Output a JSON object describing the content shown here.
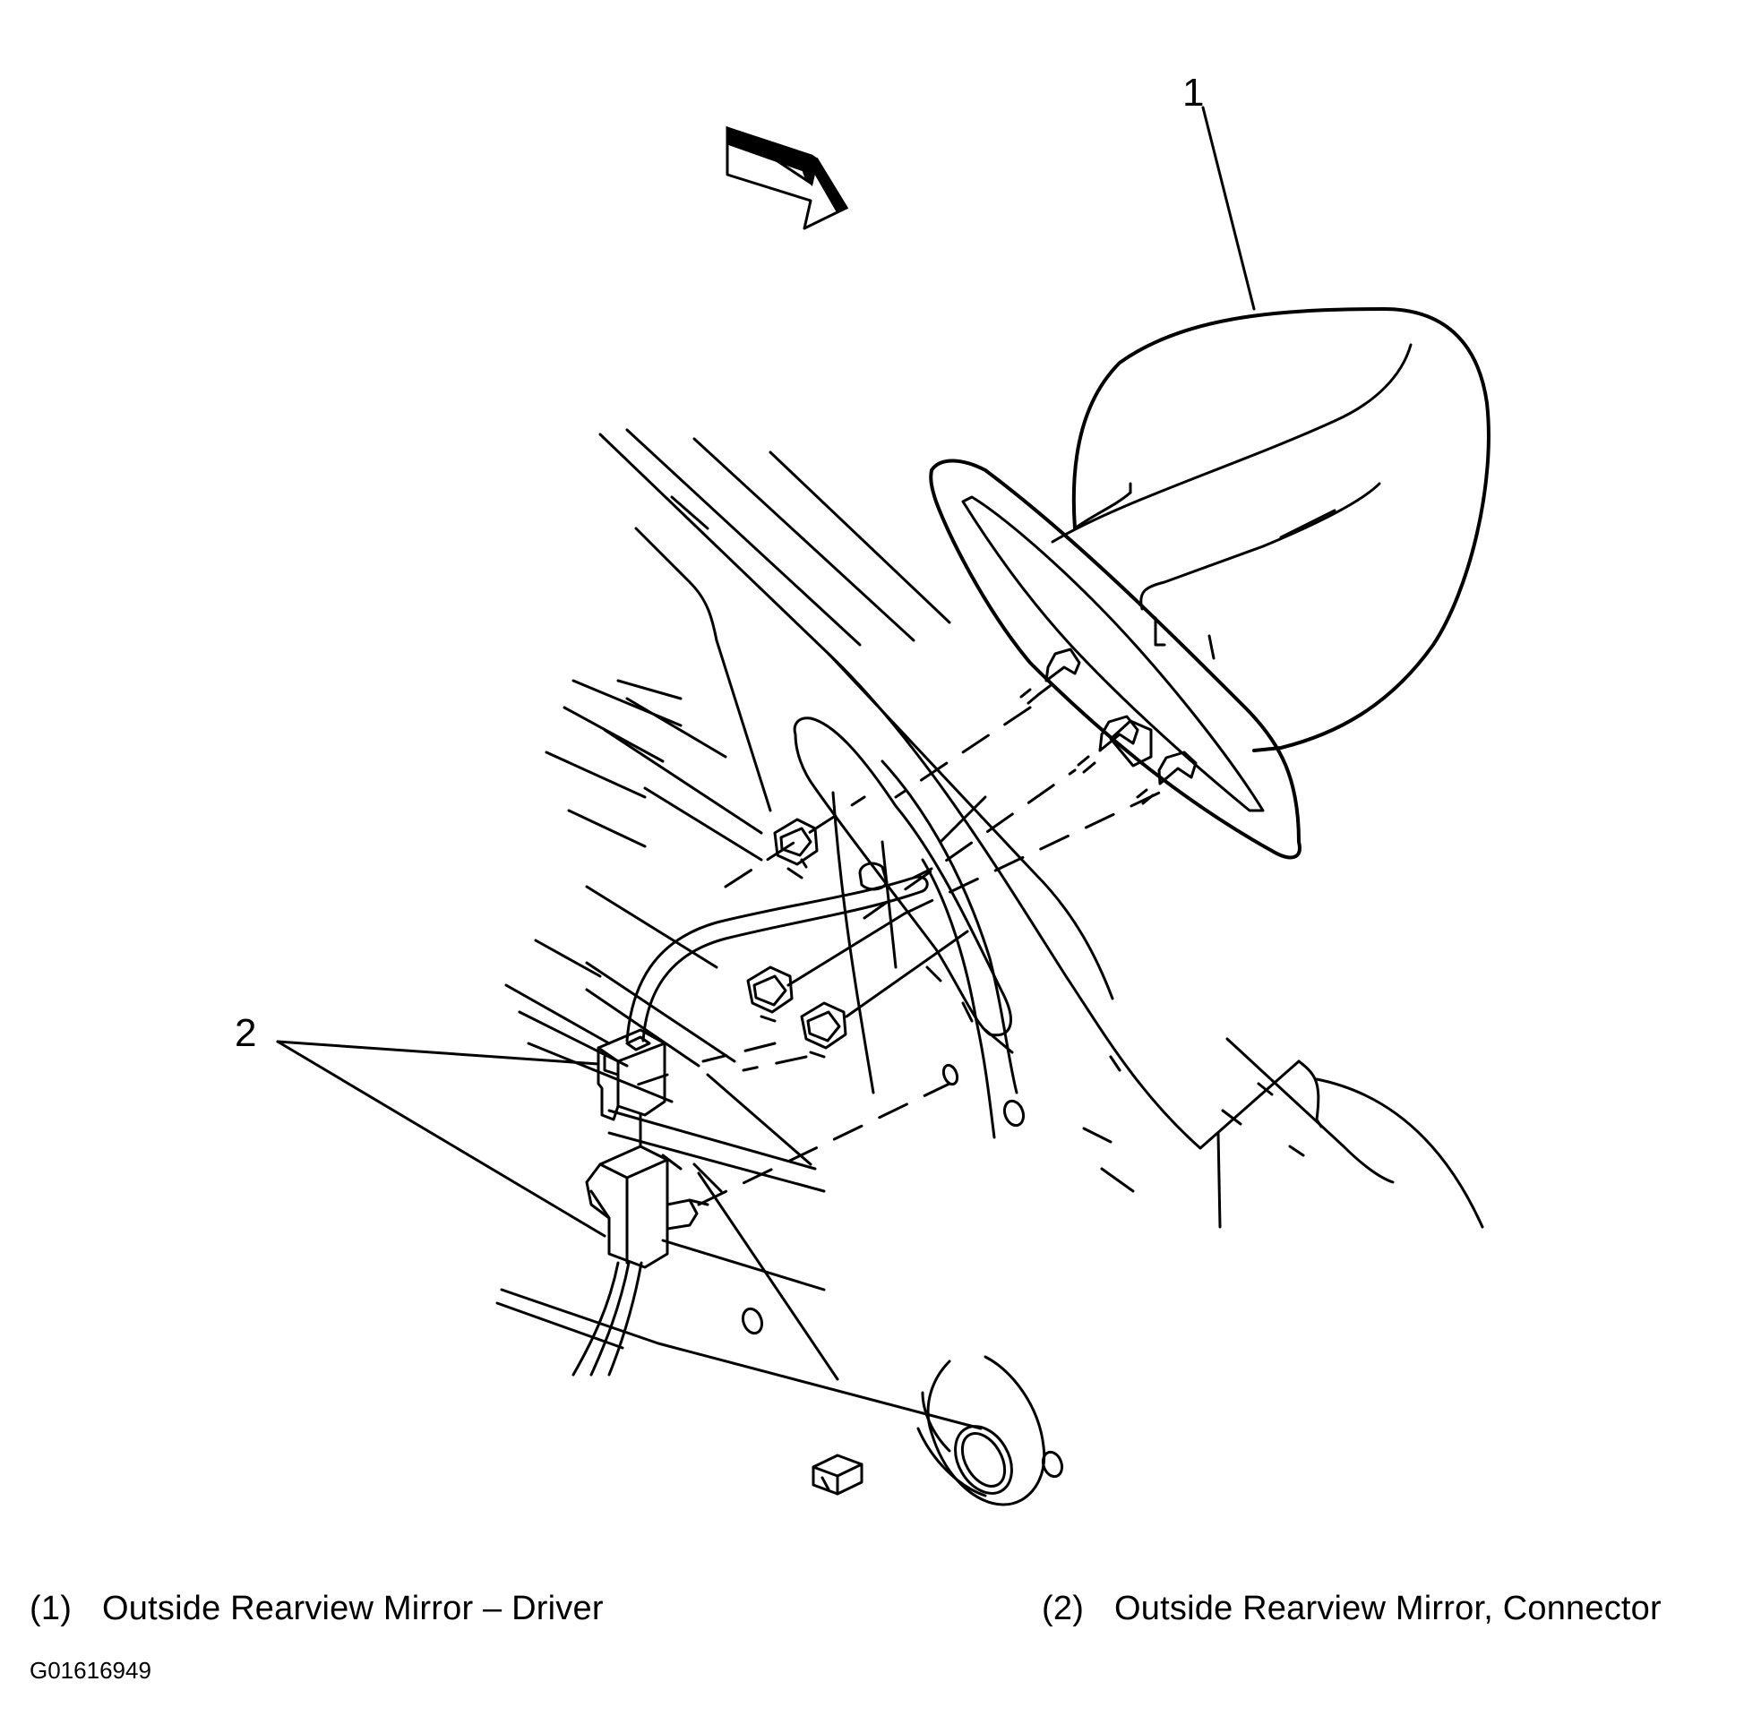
{
  "callouts": [
    {
      "number": "1"
    },
    {
      "number": "2"
    }
  ],
  "legend": [
    {
      "number": "(1)",
      "text": "Outside Rearview Mirror – Driver"
    },
    {
      "number": "(2)",
      "text": "Outside Rearview Mirror, Connector"
    }
  ],
  "figure_id": "G01616949",
  "colors": {
    "line": "#000000",
    "background": "#ffffff"
  }
}
